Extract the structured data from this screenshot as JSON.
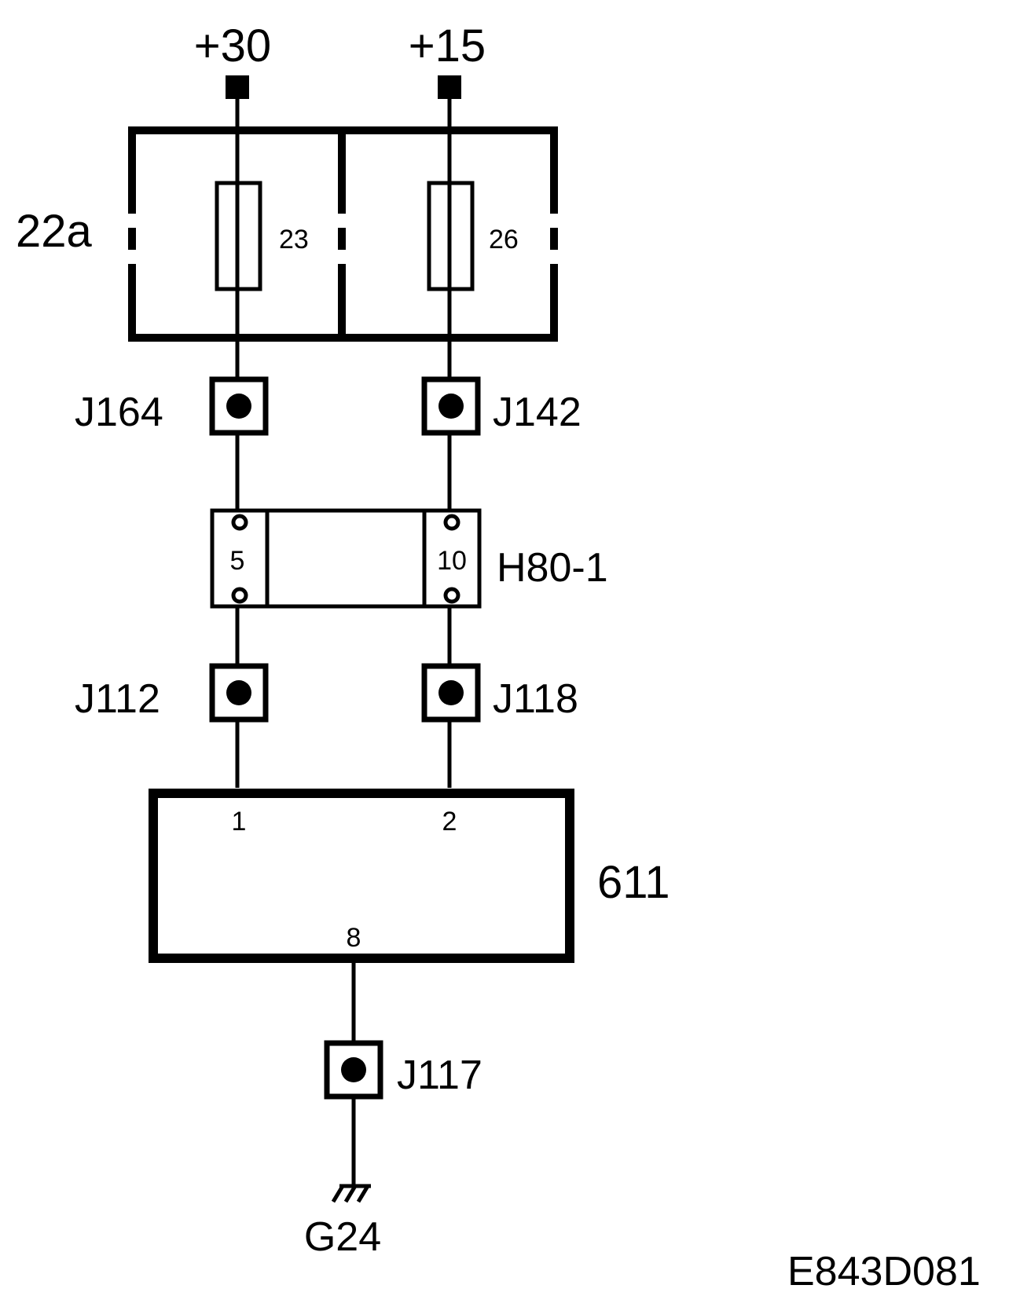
{
  "supplies": {
    "left": "+30",
    "right": "+15"
  },
  "fuse_box": {
    "label": "22a",
    "fuse_left": "23",
    "fuse_right": "26"
  },
  "connectors": {
    "j164": "J164",
    "j142": "J142",
    "j112": "J112",
    "j118": "J118",
    "j117": "J117"
  },
  "harness_connector": {
    "label": "H80-1",
    "pin_left": "5",
    "pin_right": "10"
  },
  "module": {
    "label": "611",
    "pin1": "1",
    "pin2": "2",
    "pin8": "8"
  },
  "ground": {
    "label": "G24"
  },
  "figure_id": "E843D081"
}
